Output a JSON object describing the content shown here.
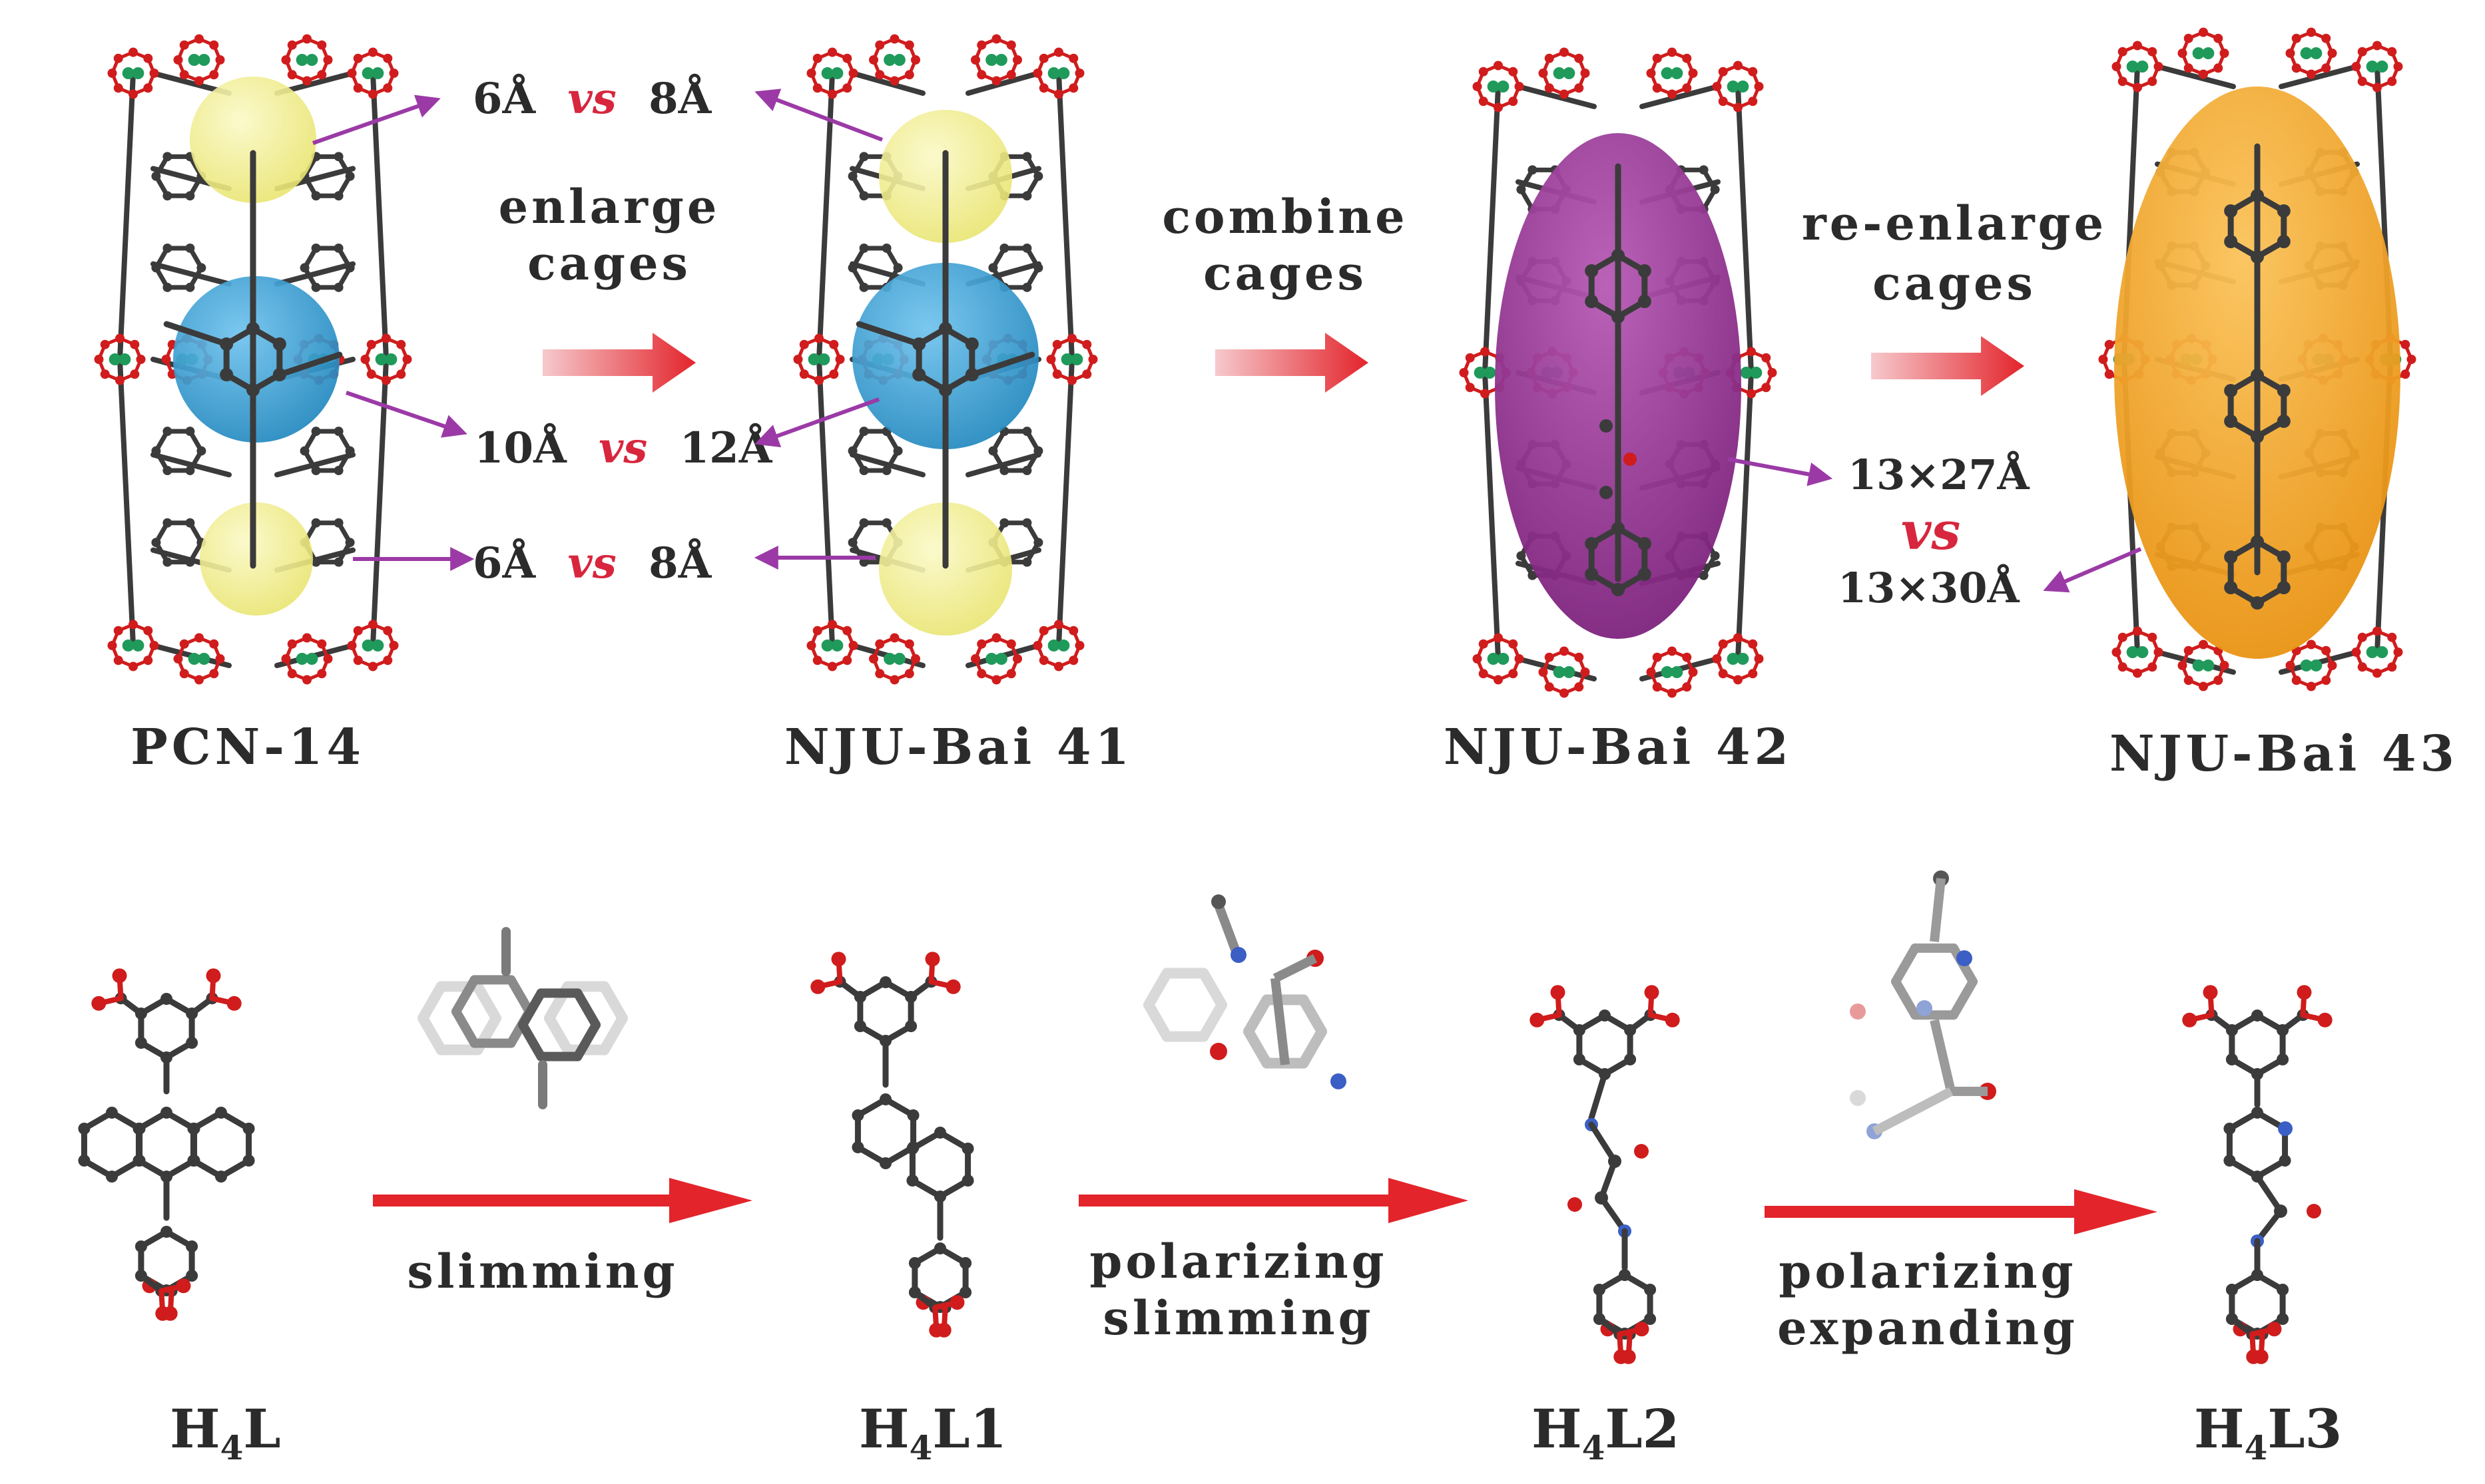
{
  "frameworks": [
    {
      "name": "PCN-14"
    },
    {
      "name": "NJU-Bai 41"
    },
    {
      "name": "NJU-Bai 42"
    },
    {
      "name": "NJU-Bai 43"
    }
  ],
  "top_steps": [
    {
      "line1": "enlarge",
      "line2": "cages"
    },
    {
      "line1": "combine",
      "line2": "cages"
    },
    {
      "line1": "re-enlarge",
      "line2": "cages"
    }
  ],
  "comparisons": [
    {
      "left": "6Å",
      "vs": "vs",
      "right": "8Å"
    },
    {
      "left": "10Å",
      "vs": "vs",
      "right": "12Å"
    },
    {
      "left": "6Å",
      "vs": "vs",
      "right": "8Å"
    }
  ],
  "cage_dims": {
    "top": "13×27Å",
    "vs": "vs",
    "bottom": "13×30Å"
  },
  "bottom_steps": [
    {
      "line1": "slimming",
      "line2": ""
    },
    {
      "line1": "polarizing",
      "line2": "slimming"
    },
    {
      "line1": "polarizing",
      "line2": "expanding"
    }
  ],
  "ligands": [
    {
      "base": "H",
      "sub": "4",
      "rest": "L"
    },
    {
      "base": "H",
      "sub": "4",
      "rest": "L1"
    },
    {
      "base": "H",
      "sub": "4",
      "rest": "L2"
    },
    {
      "base": "H",
      "sub": "4",
      "rest": "L3"
    }
  ],
  "colors": {
    "yellow_cage": "#f2ef8a",
    "blue_cage": "#2f9fd6",
    "purple_cage": "#8e2a8c",
    "orange_cage": "#f5a31a",
    "red_arrow": "#e3242b",
    "magenta_arrow": "#9b3aa6",
    "oxygen": "#d01c1c",
    "copper": "#1f9a5a",
    "carbon": "#3b3b3b"
  }
}
